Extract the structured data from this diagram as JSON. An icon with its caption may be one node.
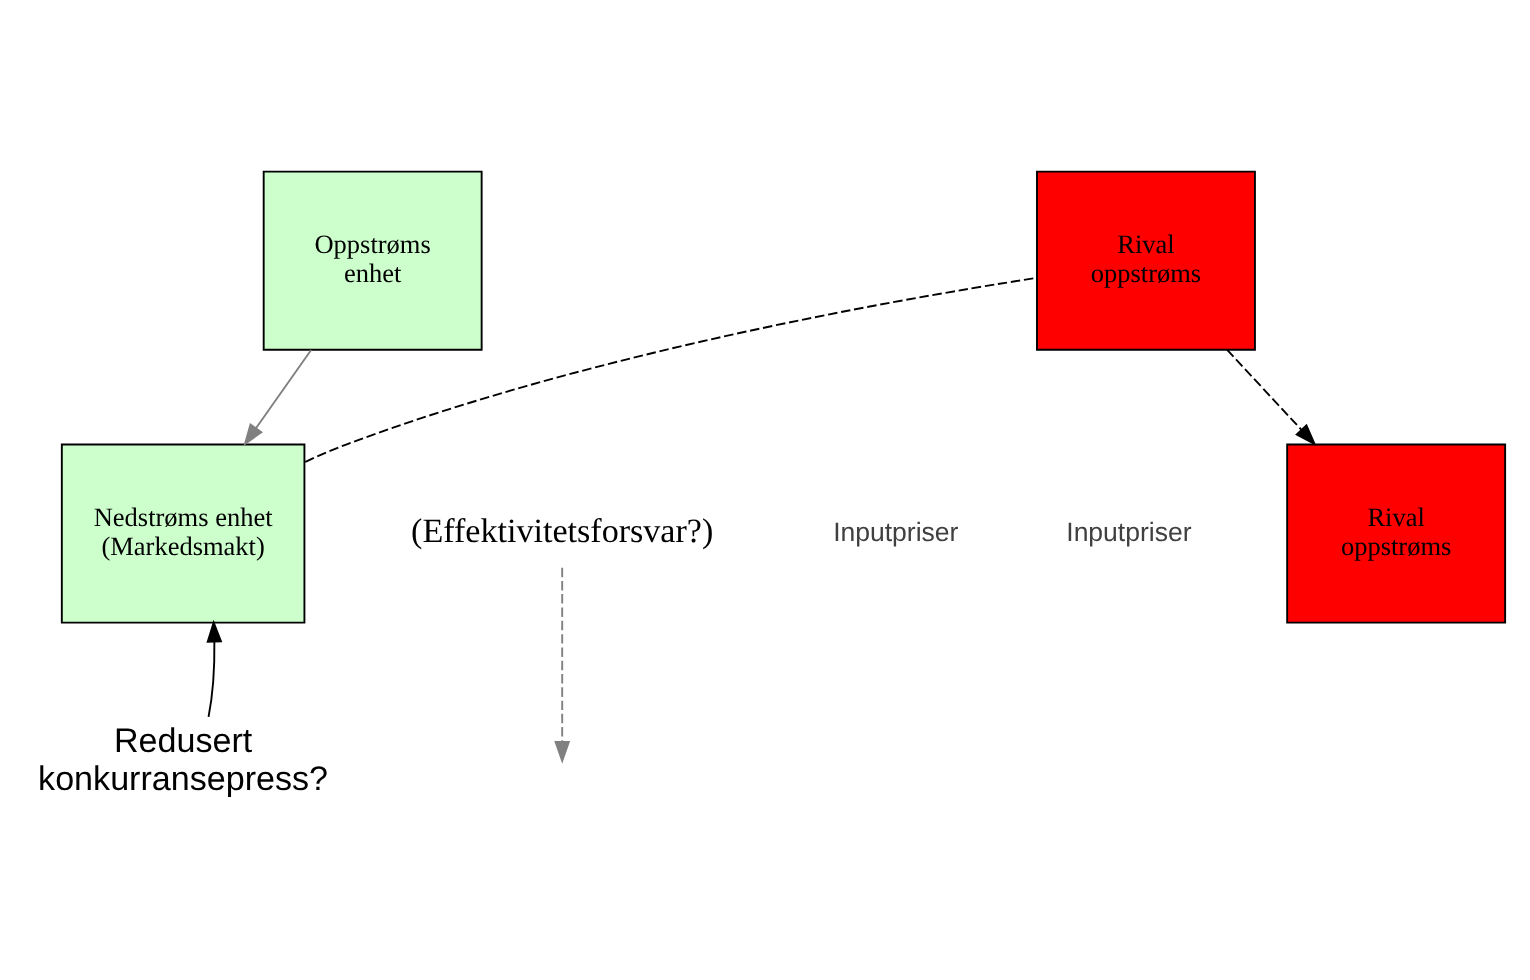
{
  "diagram": {
    "nodes": [
      {
        "text": [
          "Oppstrøms enhet"
        ]
      },
      {
        "text": [
          "Rival oppstrøms"
        ]
      },
      {
        "text": [
          "Nedstrøms enhet (Markedsmakt)"
        ]
      },
      {
        "text": [
          "Rival oppstrøms"
        ]
      },
      {
        "text": [
          "(Effektivitetsforsvar?)"
        ]
      },
      {
        "text": [
          "Redusert konkurransepress?"
        ]
      }
    ],
    "edges": [
      {
        "from": 0,
        "to": 2,
        "arrow": "to",
        "color": "#808080"
      },
      {
        "from": 1,
        "to": 3,
        "arrow": "to",
        "style": "dashed"
      },
      {
        "from": 2,
        "to": 1,
        "arrow": "none",
        "style": "dashed"
      },
      {
        "from": 4,
        "to": null,
        "arrow": "to",
        "style": "dashed",
        "color": "#808080"
      },
      {
        "from": 5,
        "to": 2,
        "arrow": "to"
      }
    ],
    "labels": [
      "Inputpriser",
      "Inputpriser"
    ]
  }
}
